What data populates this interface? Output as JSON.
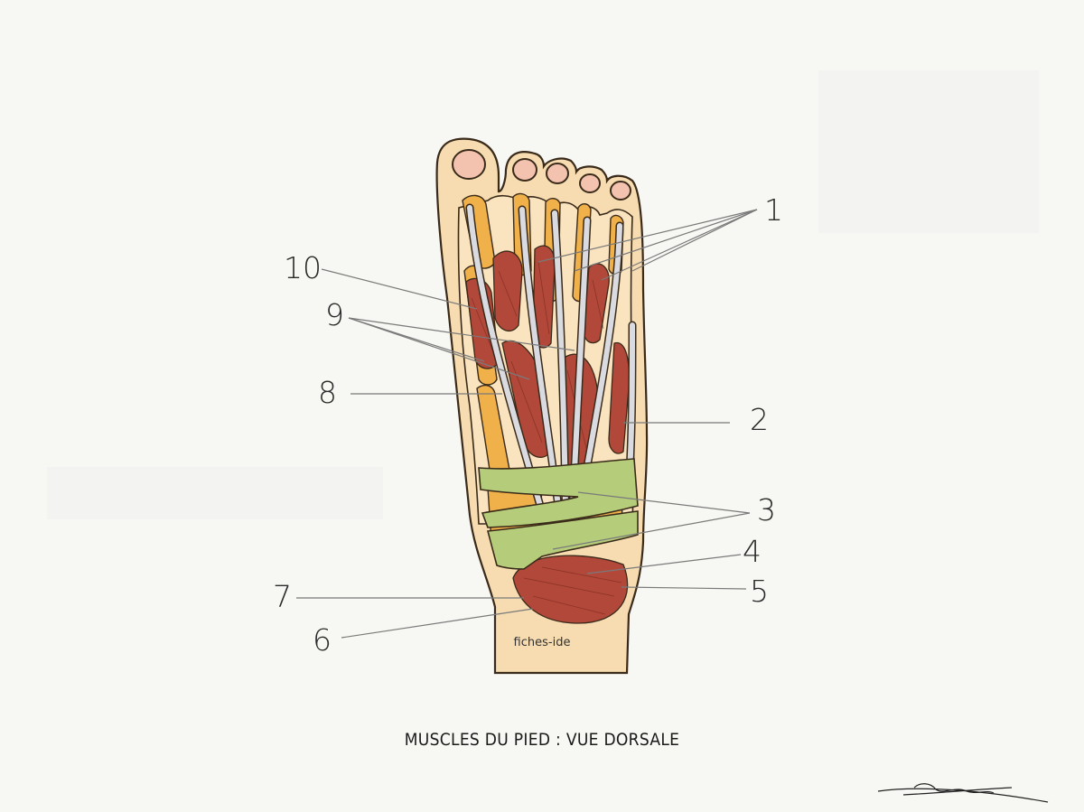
{
  "diagram": {
    "caption": "MUSCLES DU PIED : VUE DORSALE",
    "watermark": "fiches-ide",
    "signature": "Léana",
    "labels": {
      "l1": "1",
      "l2": "2",
      "l3": "3",
      "l4": "4",
      "l5": "5",
      "l6": "6",
      "l7": "7",
      "l8": "8",
      "l9": "9",
      "l10": "10"
    },
    "colors": {
      "background": "#f7f7f3",
      "skin": "#f6dcb0",
      "outline": "#3a2a1a",
      "bone": "#f0b04a",
      "muscle": "#b2483a",
      "tendon": "#d9dbe0",
      "retinaculum": "#b5cd7a",
      "nail": "#f3c3b0",
      "leader": "#7a7a7a"
    }
  }
}
